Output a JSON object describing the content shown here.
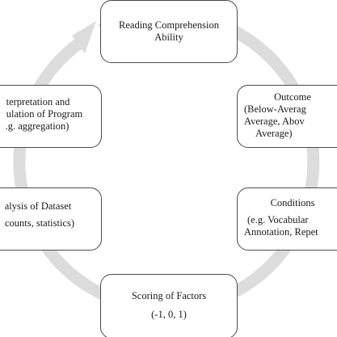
{
  "diagram": {
    "colors": {
      "ring": "#dcdcdc",
      "border": "#4a4a4a",
      "text": "#1a1a1a",
      "background": "#ffffff"
    },
    "nodes": {
      "reading_comprehension": {
        "lines": [
          "Reading Comprehension",
          "Ability"
        ]
      },
      "outcome": {
        "lines": [
          "Outcome",
          "(Below-Averag",
          "Average, Abov",
          "Average)"
        ]
      },
      "conditions": {
        "lines": [
          "Conditions",
          "(e.g. Vocabular",
          "Annotation, Repet"
        ]
      },
      "scoring": {
        "lines": [
          "Scoring of Factors",
          "(-1, 0, 1)"
        ]
      },
      "analysis": {
        "lines": [
          "alysis of Dataset",
          "counts, statistics)"
        ]
      },
      "interpretation": {
        "lines": [
          "terpretation and",
          "ulation  of Program",
          ".g. aggregation)"
        ]
      }
    },
    "flow": "clockwise"
  }
}
